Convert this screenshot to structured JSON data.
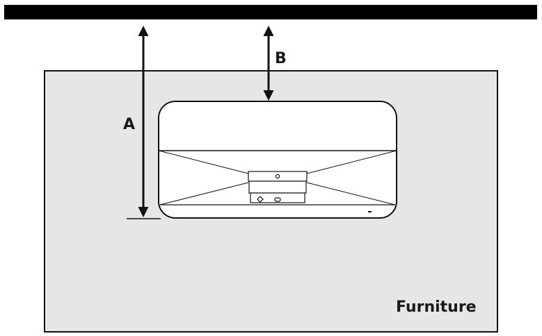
{
  "labels": {
    "dimension_a": "A",
    "dimension_b": "B",
    "furniture": "Furniture"
  },
  "colors": {
    "ceiling": "#000000",
    "furniture_fill": "#e6e6e6",
    "heater_fill": "#ffffff",
    "stroke": "#111111"
  }
}
